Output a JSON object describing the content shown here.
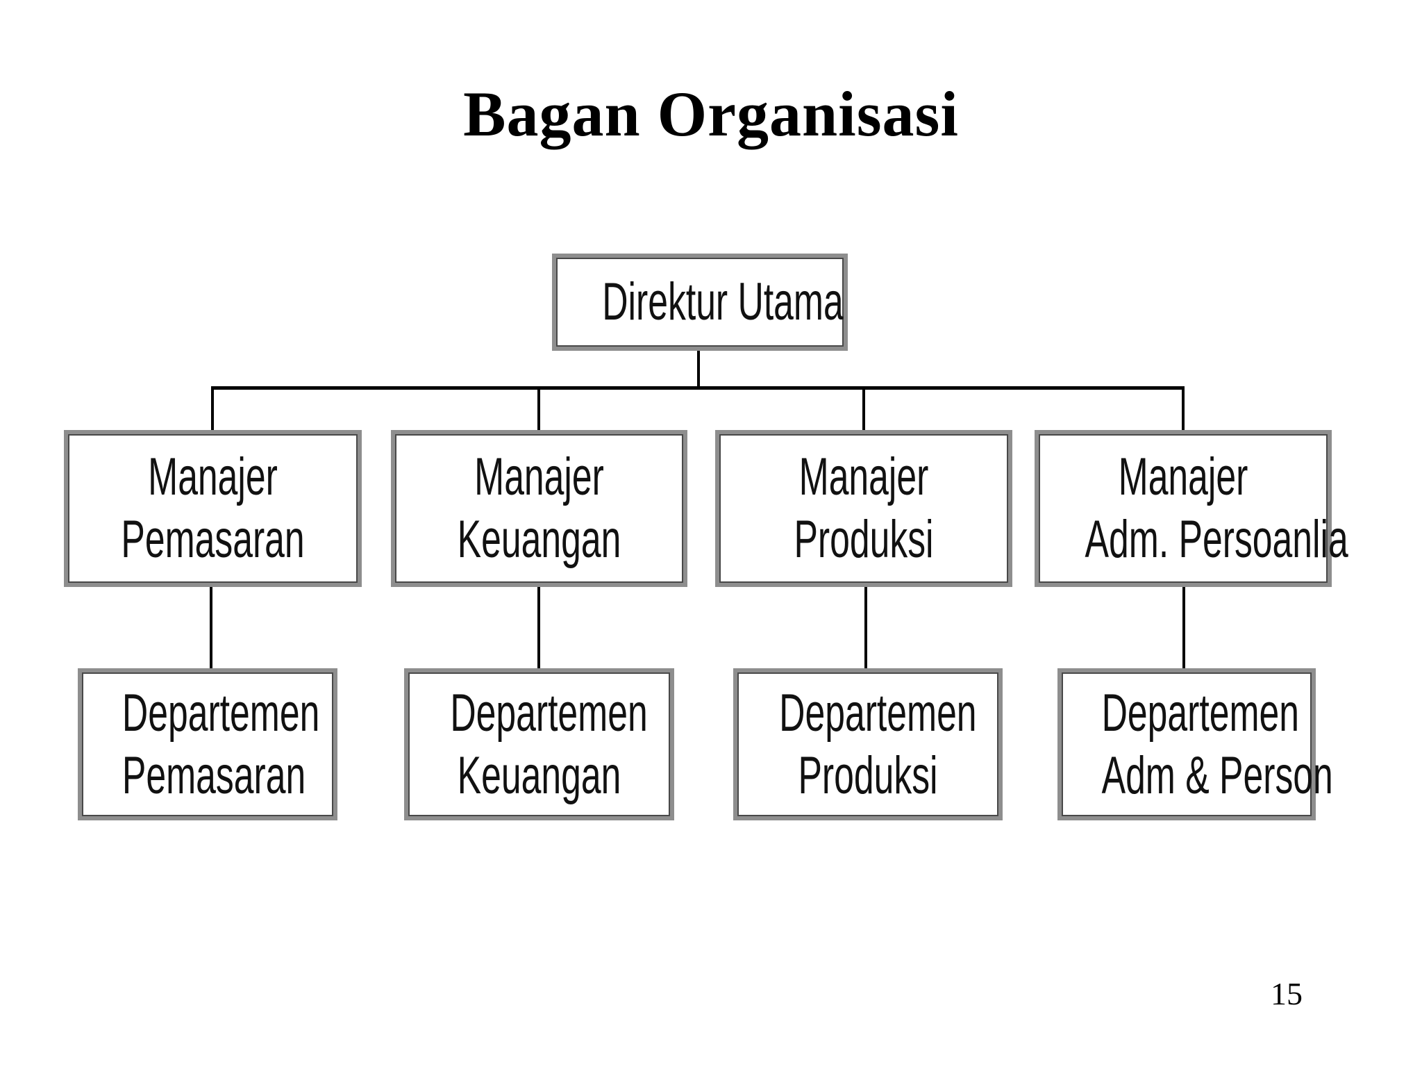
{
  "title": "Bagan Organisasi",
  "page_number": "15",
  "colors": {
    "background": "#ffffff",
    "box_border": "#8e8e8e",
    "box_border_inner": "#484848",
    "box_fill": "#ffffff",
    "text": "#111111",
    "title_text": "#000000",
    "connector": "#000000"
  },
  "org_chart": {
    "root": {
      "label": "Direktur Utama"
    },
    "level2": [
      {
        "line1": "Manajer",
        "line2": "Pemasaran"
      },
      {
        "line1": "Manajer",
        "line2": "Keuangan"
      },
      {
        "line1": "Manajer",
        "line2": "Produksi"
      },
      {
        "line1": "Manajer",
        "line2": "Adm. Persoanlia"
      }
    ],
    "level3": [
      {
        "line1": "Departemen",
        "line2": "Pemasaran"
      },
      {
        "line1": "Departemen",
        "line2": "Keuangan"
      },
      {
        "line1": "Departemen",
        "line2": "Produksi"
      },
      {
        "line1": "Departemen",
        "line2": "Adm & Person"
      }
    ]
  }
}
